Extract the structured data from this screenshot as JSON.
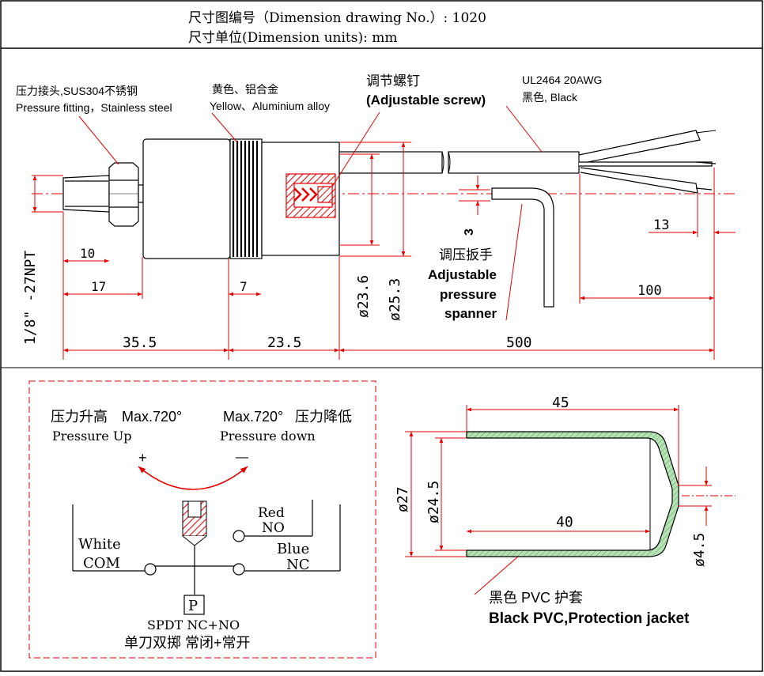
{
  "header": {
    "drawing_no": "尺寸图编号（Dimension drawing No.）: 1020",
    "units": "尺寸单位(Dimension units): mm"
  },
  "labels": {
    "pressure_fitting_cn": "压力接头,SUS304不锈钢",
    "pressure_fitting_en": "Pressure fitting，Stainless steel",
    "yellow_cn": "黄色、铝合金",
    "yellow_en": "Yellow、Aluminium alloy",
    "adj_screw_cn": "调节螺钉",
    "adj_screw_en": "(Adjustable screw)",
    "cable_spec": "UL2464 20AWG",
    "cable_color": "黑色, Black",
    "spanner_cn": "调压扳手",
    "spanner_en_1": "Adjustable",
    "spanner_en_2": "pressure",
    "spanner_en_3": "spanner"
  },
  "dims": {
    "d10": "10",
    "d17": "17",
    "d7": "7",
    "d35_5": "35.5",
    "d23_5": "23.5",
    "d500": "500",
    "d100": "100",
    "d13": "13",
    "d3": "3",
    "dia23_6": "ø23.6",
    "dia25_3": "ø25.3",
    "thread": "1/8\" -27NPT",
    "d45": "45",
    "d40": "40",
    "dia27": "ø27",
    "dia24_5": "ø24.5",
    "dia4_5": "ø4.5"
  },
  "switch": {
    "up_cn": "压力升高",
    "up_max": "Max.720°",
    "up_en": "Pressure Up",
    "down_max": "Max.720°",
    "down_cn": "压力降低",
    "down_en": "Pressure down",
    "plus": "+",
    "minus": "—",
    "red": "Red",
    "no": "NO",
    "white": "White",
    "com": "COM",
    "blue": "Blue",
    "nc": "NC",
    "p": "P",
    "spdt": "SPDT NC+NO",
    "spdt_cn": "单刀双掷 常闭+常开"
  },
  "jacket": {
    "cn": "黑色 PVC 护套",
    "en": "Black PVC,Protection jacket"
  },
  "colors": {
    "red": "#e60000",
    "green": "#8fd18f",
    "line": "#000000"
  }
}
